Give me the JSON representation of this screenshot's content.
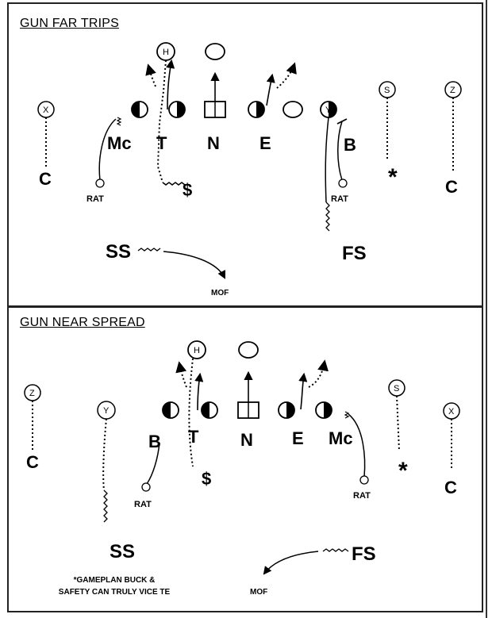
{
  "panel1": {
    "title": "GUN FAR TRIPS",
    "receivers": {
      "x": "X",
      "h": "H",
      "y": "Y",
      "s": "S",
      "z": "Z"
    },
    "defenders": {
      "mc": "Mc",
      "t": "T",
      "n": "N",
      "e": "E",
      "b": "B",
      "c_left": "C",
      "c_right": "C",
      "ss": "SS",
      "fs": "FS"
    },
    "tags": {
      "rat_left": "RAT",
      "rat_right": "RAT",
      "mof": "MOF",
      "dollar": "$",
      "star": "*"
    }
  },
  "panel2": {
    "title": "GUN NEAR SPREAD",
    "receivers": {
      "z": "Z",
      "y": "Y",
      "h": "H",
      "s": "S",
      "x": "X"
    },
    "defenders": {
      "b": "B",
      "t": "T",
      "n": "N",
      "e": "E",
      "mc": "Mc",
      "c_left": "C",
      "c_right": "C",
      "ss": "SS",
      "fs": "FS"
    },
    "tags": {
      "rat_left": "RAT",
      "rat_right": "RAT",
      "mof": "MOF",
      "dollar": "$",
      "star": "*"
    },
    "note_line1": "*GAMEPLAN BUCK &",
    "note_line2": "SAFETY CAN TRULY VICE TE"
  }
}
